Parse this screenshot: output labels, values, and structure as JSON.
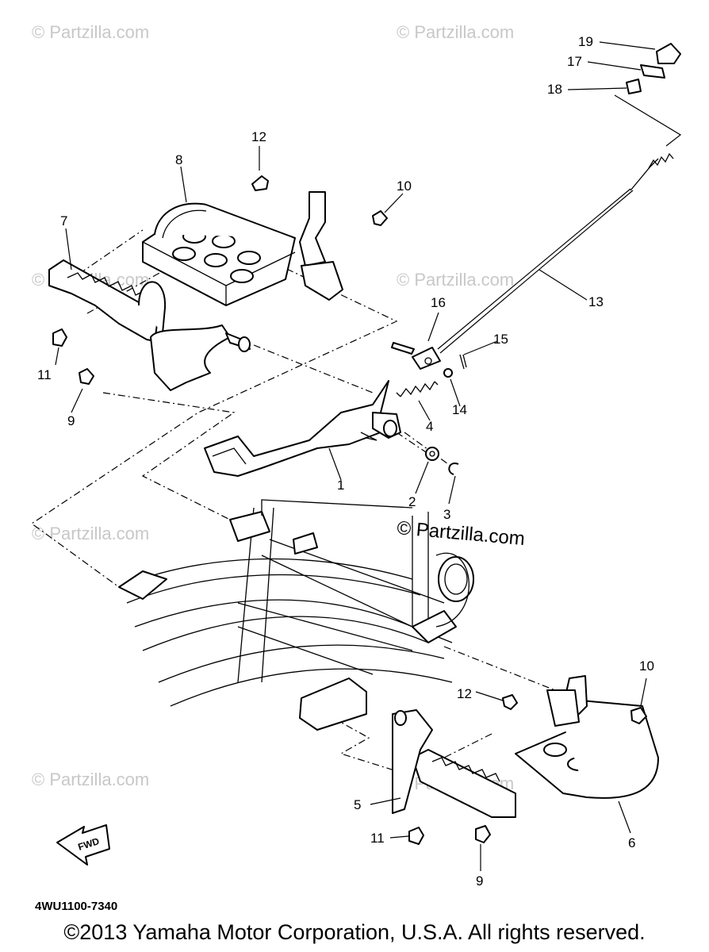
{
  "watermarks": {
    "partzilla": "© Partzilla.com",
    "partzilla_main": "© Partzilla.com"
  },
  "callouts": {
    "c1": "1",
    "c2": "2",
    "c3": "3",
    "c4": "4",
    "c5": "5",
    "c6": "6",
    "c7": "7",
    "c8": "8",
    "c9a": "9",
    "c9b": "9",
    "c10a": "10",
    "c10b": "10",
    "c11a": "11",
    "c11b": "11",
    "c12a": "12",
    "c12b": "12",
    "c13": "13",
    "c14": "14",
    "c15": "15",
    "c16": "16",
    "c17": "17",
    "c18": "18",
    "c19": "19"
  },
  "fwd_label": "FWD",
  "diagram_code": "4WU1100-7340",
  "copyright": "©2013 Yamaha Motor Corporation, U.S.A. All rights reserved."
}
